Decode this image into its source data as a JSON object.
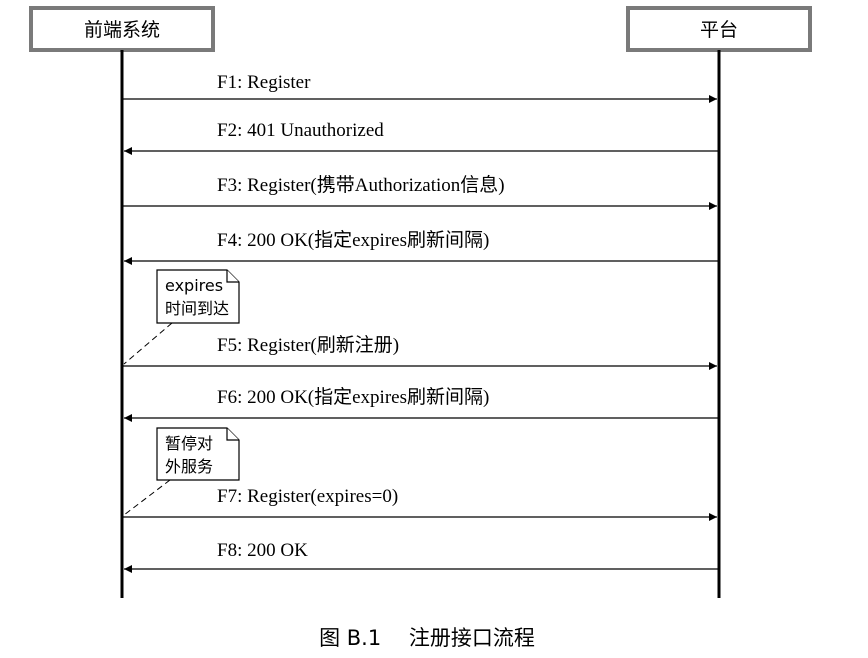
{
  "participants": [
    {
      "id": "frontend",
      "label": "前端系统"
    },
    {
      "id": "platform",
      "label": "平台"
    }
  ],
  "messages": [
    {
      "id": "f1",
      "label": "F1: Register",
      "from": "frontend",
      "to": "platform"
    },
    {
      "id": "f2",
      "label": "F2: 401 Unauthorized",
      "from": "platform",
      "to": "frontend"
    },
    {
      "id": "f3",
      "label": "F3: Register(携带Authorization信息)",
      "from": "frontend",
      "to": "platform"
    },
    {
      "id": "f4",
      "label": "F4: 200 OK(指定expires刷新间隔)",
      "from": "platform",
      "to": "frontend"
    },
    {
      "id": "f5",
      "label": "F5: Register(刷新注册)",
      "from": "frontend",
      "to": "platform"
    },
    {
      "id": "f6",
      "label": "F6: 200 OK(指定expires刷新间隔)",
      "from": "platform",
      "to": "frontend"
    },
    {
      "id": "f7",
      "label": "F7: Register(expires=0)",
      "from": "frontend",
      "to": "platform"
    },
    {
      "id": "f8",
      "label": "F8: 200 OK",
      "from": "platform",
      "to": "frontend"
    }
  ],
  "notes": [
    {
      "id": "expires-reached",
      "lines": [
        "expires",
        "时间到达"
      ]
    },
    {
      "id": "suspend-service",
      "lines": [
        "暂停对",
        "外服务"
      ]
    }
  ],
  "caption": "图 B.1　 注册接口流程"
}
